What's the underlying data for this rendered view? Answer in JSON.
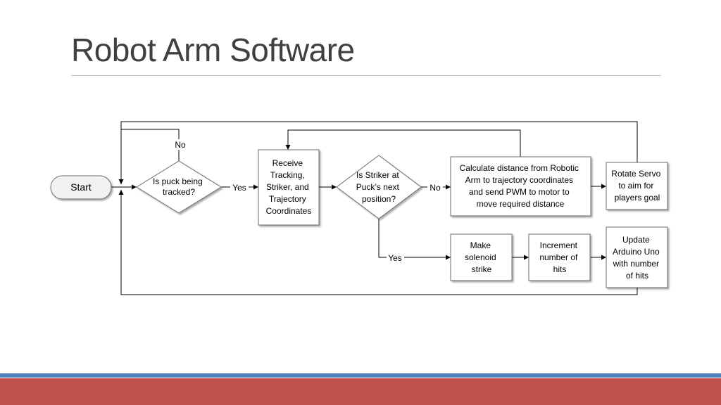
{
  "slide": {
    "title": "Robot Arm Software"
  },
  "flowchart": {
    "start": "Start",
    "decision_tracked": [
      "Is puck being",
      "tracked?"
    ],
    "receive": [
      "Receive",
      "Tracking,",
      "Striker, and",
      "Trajectory",
      "Coordinates"
    ],
    "decision_striker": [
      "Is Striker at",
      "Puck’s next",
      "position?"
    ],
    "calculate": [
      "Calculate distance from Robotic",
      "Arm to trajectory coordinates",
      "and send PWM to motor to",
      "move required distance"
    ],
    "rotate": [
      "Rotate Servo",
      "to aim for",
      "players goal"
    ],
    "solenoid": [
      "Make",
      "solenoid",
      "strike"
    ],
    "increment": [
      "Increment",
      "number of",
      "hits"
    ],
    "update": [
      "Update",
      "Arduino Uno",
      "with number",
      "of hits"
    ],
    "labels": {
      "no_tracked": "No",
      "yes_tracked": "Yes",
      "no_striker": "No",
      "yes_striker": "Yes"
    }
  },
  "colors": {
    "accent_blue": "#4f81bd",
    "accent_red": "#c0504d",
    "title": "#404040"
  }
}
